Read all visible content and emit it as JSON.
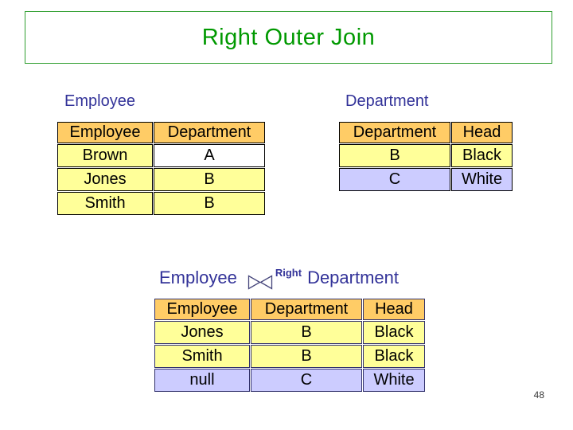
{
  "slide": {
    "title": "Right Outer Join",
    "page_number": "48"
  },
  "colors": {
    "title_green": "#009900",
    "title_border_green": "#2f9e2f",
    "label_navy": "#333399",
    "table_header_orange": "#FFCC66",
    "row_yellow": "#FFFF99",
    "row_lavender": "#CCCCFF",
    "unmatched_cell_white": "#FFFFFF",
    "result_border_navy": "#31316b"
  },
  "employee_table": {
    "label": "Employee",
    "headers": [
      "Employee",
      "Department"
    ],
    "rows": [
      {
        "cells": [
          "Brown",
          "A"
        ],
        "cell_colors": [
          "yellow",
          "white"
        ]
      },
      {
        "cells": [
          "Jones",
          "B"
        ],
        "cell_colors": [
          "yellow",
          "yellow"
        ]
      },
      {
        "cells": [
          "Smith",
          "B"
        ],
        "cell_colors": [
          "yellow",
          "yellow"
        ]
      }
    ]
  },
  "department_table": {
    "label": "Department",
    "headers": [
      "Department",
      "Head"
    ],
    "rows": [
      {
        "cells": [
          "B",
          "Black"
        ],
        "cell_colors": [
          "yellow",
          "yellow"
        ]
      },
      {
        "cells": [
          "C",
          "White"
        ],
        "cell_colors": [
          "lavender",
          "lavender"
        ]
      }
    ]
  },
  "join_expression": {
    "left_operand": "Employee",
    "operator_icon": "bowtie-join-icon",
    "operator_superscript": "Right",
    "right_operand": "Department"
  },
  "result_table": {
    "headers": [
      "Employee",
      "Department",
      "Head"
    ],
    "rows": [
      {
        "cells": [
          "Jones",
          "B",
          "Black"
        ],
        "cell_colors": [
          "yellow",
          "yellow",
          "yellow"
        ]
      },
      {
        "cells": [
          "Smith",
          "B",
          "Black"
        ],
        "cell_colors": [
          "yellow",
          "yellow",
          "yellow"
        ]
      },
      {
        "cells": [
          "null",
          "C",
          "White"
        ],
        "cell_colors": [
          "lavender",
          "lavender",
          "lavender"
        ]
      }
    ]
  }
}
